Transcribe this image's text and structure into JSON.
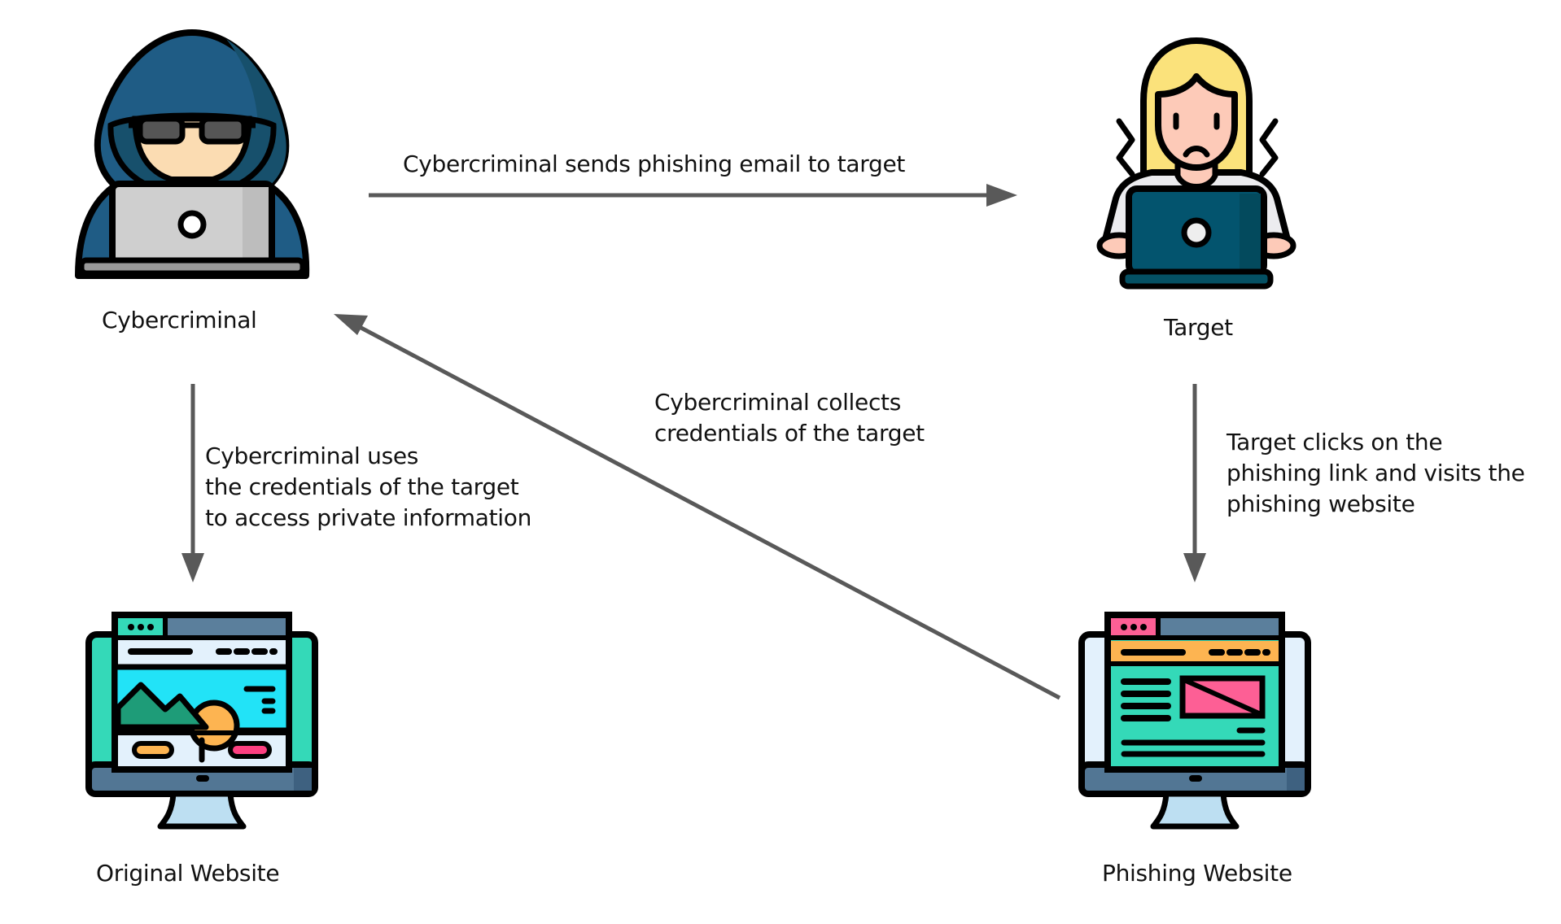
{
  "nodes": {
    "cybercriminal": {
      "label": "Cybercriminal",
      "icon": "hacker-with-laptop-icon"
    },
    "target": {
      "label": "Target",
      "icon": "stressed-woman-with-laptop-icon"
    },
    "original_website": {
      "label": "Original Website",
      "icon": "monitor-original-website-icon"
    },
    "phishing_website": {
      "label": "Phishing Website",
      "icon": "monitor-phishing-website-icon"
    }
  },
  "edges": {
    "send_email": {
      "lines": [
        "Cybercriminal sends phishing email to target"
      ]
    },
    "collect_credentials": {
      "lines": [
        "Cybercriminal collects",
        "credentials of the target"
      ]
    },
    "use_credentials": {
      "lines": [
        "Cybercriminal uses",
        "the credentials of the target",
        "to access private information"
      ]
    },
    "click_link": {
      "lines": [
        "Target clicks on the",
        "phishing link and visits the",
        "phishing website"
      ]
    }
  },
  "colors": {
    "arrow": "#595959",
    "outline": "#000000",
    "hood": "#1f5c85",
    "hood_shade": "#17506c",
    "skin": "#fbdcb2",
    "laptop_gray": "#cfcfcf",
    "hair": "#fbe27b",
    "woman_skin": "#fdcab8",
    "shirt": "#ececef",
    "laptop_teal": "#03546e",
    "screen_blue": "#5b7f9c",
    "stand": "#bddff2",
    "teal": "#34d9b8",
    "sky": "#22e3f7",
    "pink": "#fd5f95",
    "orange": "#fdb451",
    "panel": "#e3f1fc"
  }
}
